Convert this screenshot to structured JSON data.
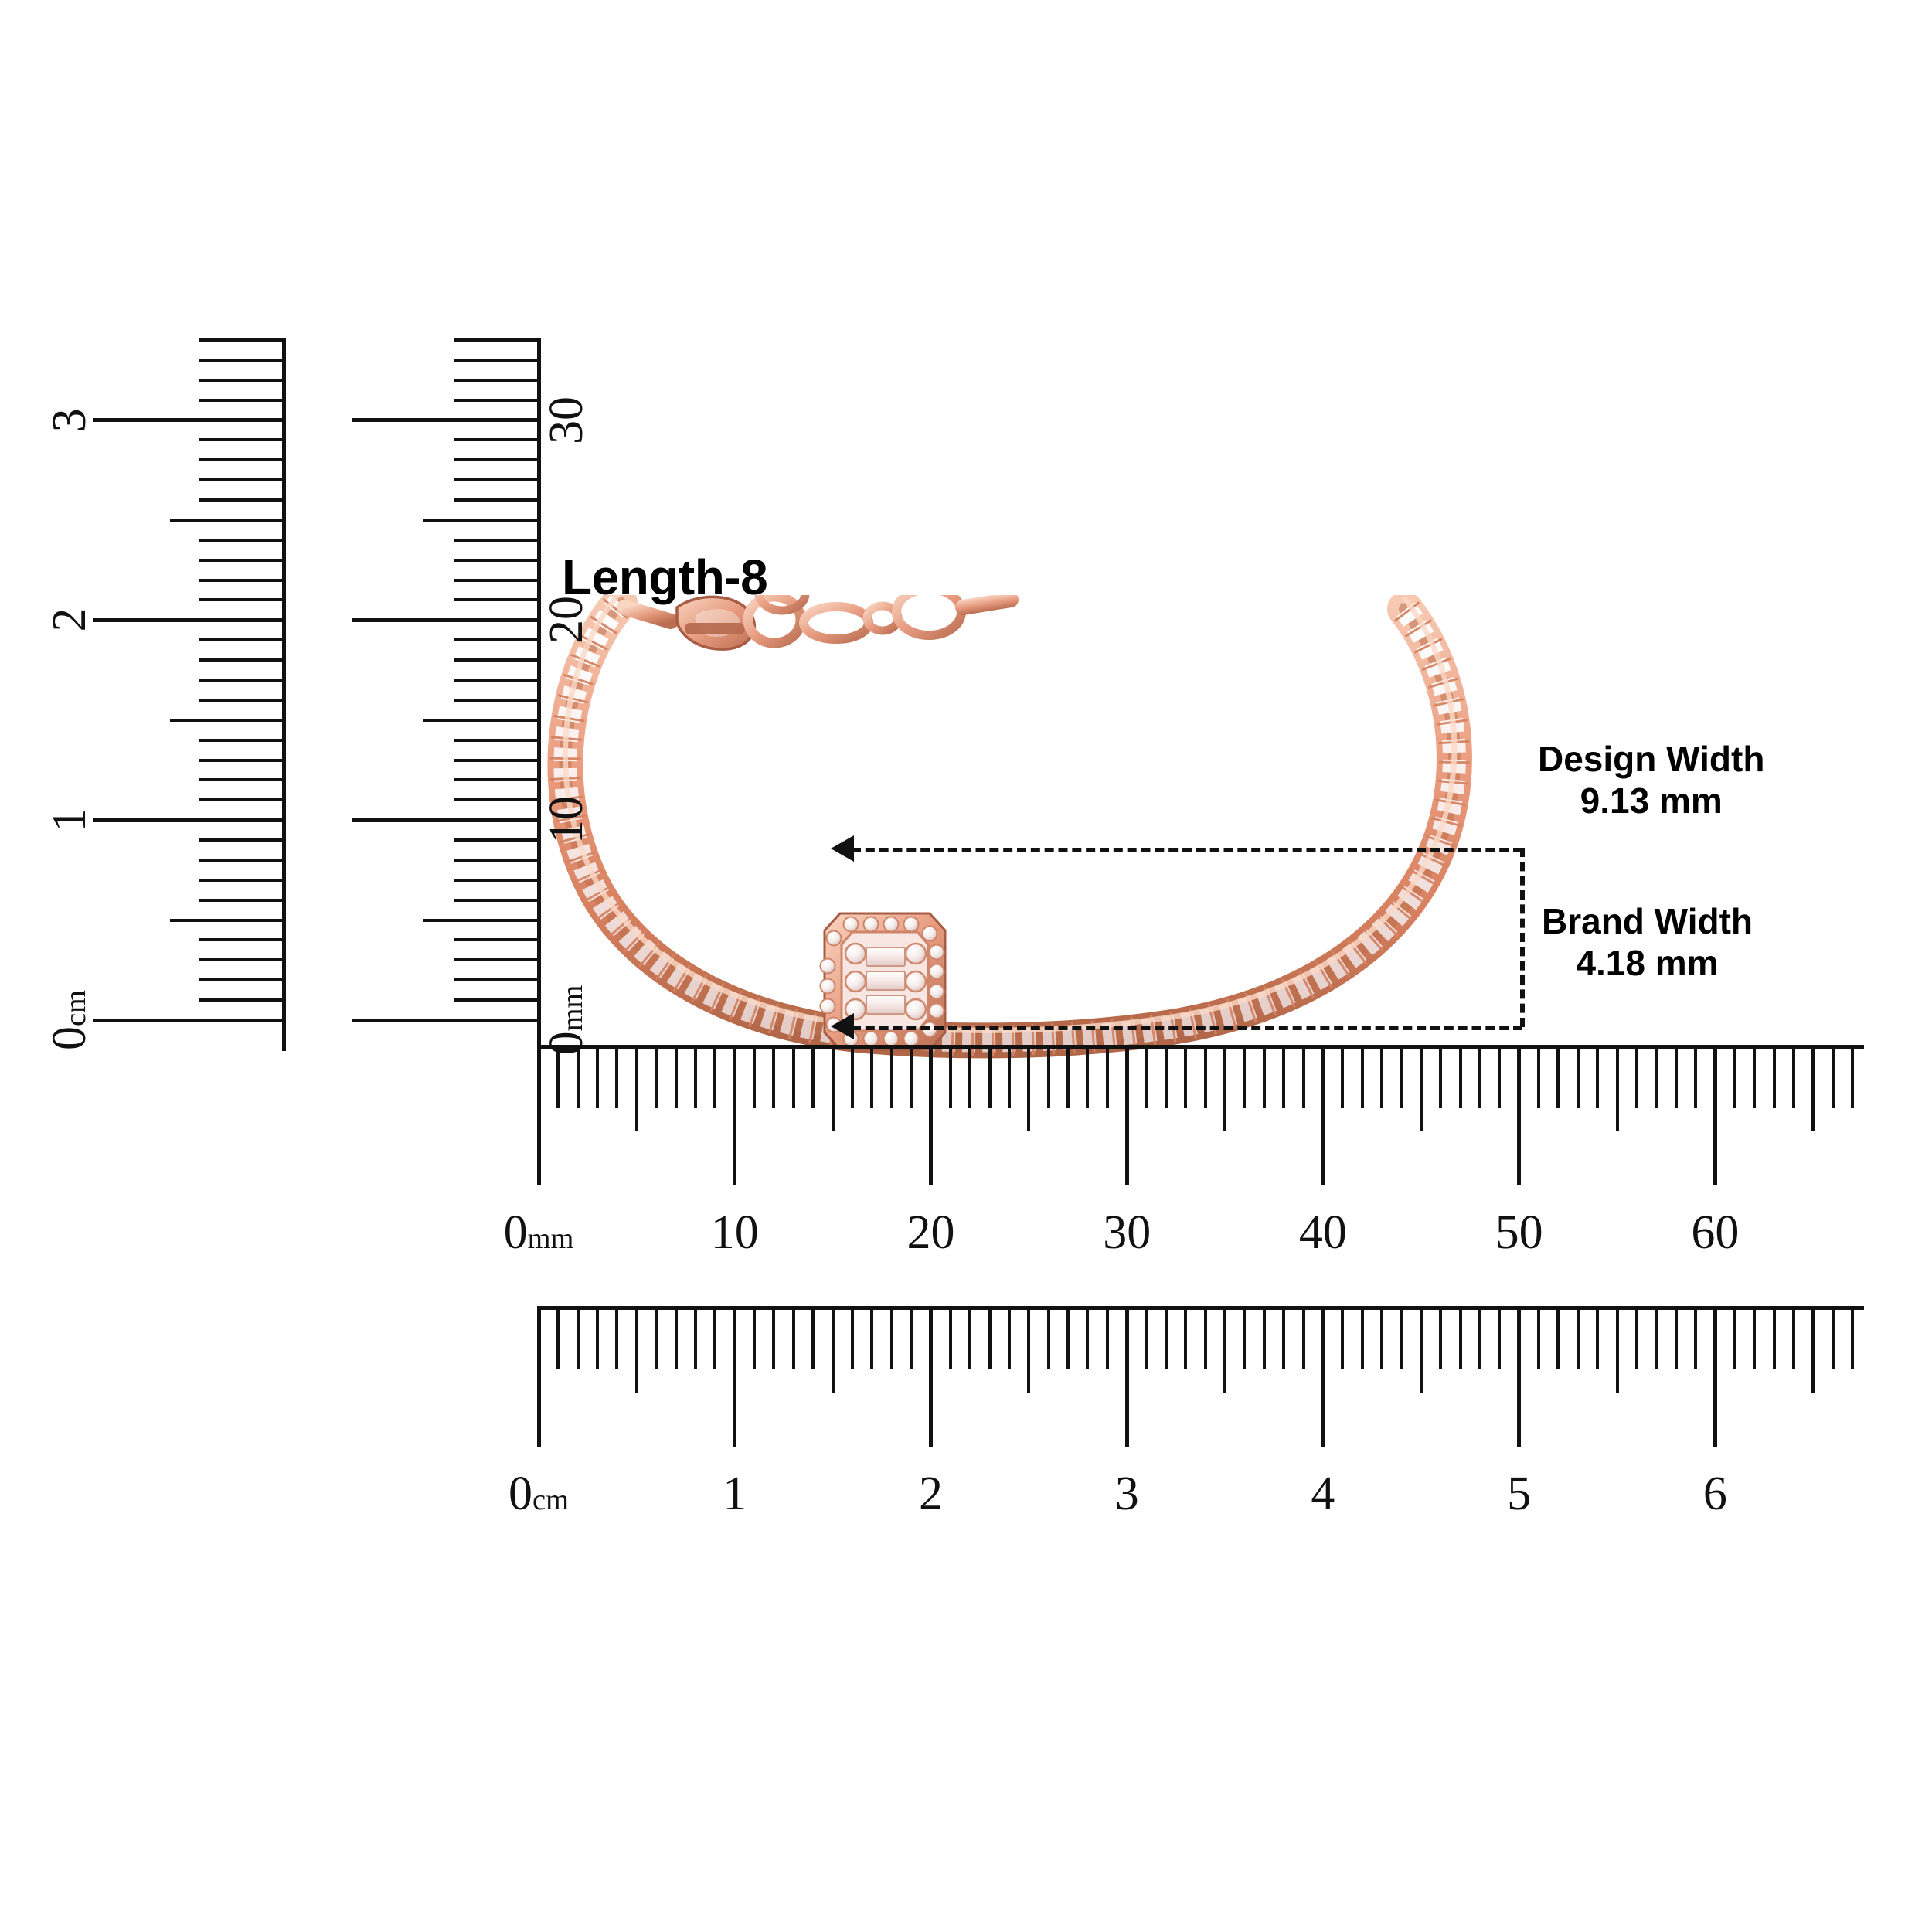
{
  "product": {
    "type": "bracelet",
    "metal": "rose-gold",
    "stone": "baguette-cut clear cubic zirconia",
    "center_piece": "emerald-cut halo station",
    "clasp": "lobster claw with extension chain",
    "length_label": "Length-8"
  },
  "annotations": {
    "length": {
      "text": "Length-8"
    },
    "design_width": {
      "label": "Design Width",
      "value": "9.13 mm"
    },
    "brand_width": {
      "label": "Brand Width",
      "value": "4.18 mm"
    }
  },
  "rulers": {
    "vertical_cm": {
      "unit": "cm",
      "orientation": "vertical",
      "major_labels": [
        "0",
        "1",
        "2",
        "3"
      ],
      "unit_suffix": "cm",
      "major_every": 1,
      "minor_per_major": 10,
      "range": [
        0,
        3.4
      ]
    },
    "vertical_mm": {
      "unit": "mm",
      "orientation": "vertical",
      "major_labels": [
        "0",
        "10",
        "20",
        "30"
      ],
      "unit_suffix": "mm",
      "major_every": 10,
      "minor_per_major": 1,
      "range": [
        0,
        34
      ]
    },
    "horizontal_mm": {
      "unit": "mm",
      "orientation": "horizontal",
      "major_labels": [
        "0",
        "10",
        "20",
        "30",
        "40",
        "50",
        "60"
      ],
      "unit_suffix": "mm",
      "major_every": 10,
      "minor_per_major": 1,
      "range": [
        0,
        67
      ]
    },
    "horizontal_cm": {
      "unit": "cm",
      "orientation": "horizontal",
      "major_labels": [
        "0",
        "1",
        "2",
        "3",
        "4",
        "5",
        "6"
      ],
      "unit_suffix": "cm",
      "major_every": 1,
      "minor_per_major": 10,
      "range": [
        0,
        6.7
      ]
    }
  },
  "colors": {
    "background": "#ffffff",
    "ink": "#111111",
    "rose_gold_light": "#f3b9a1",
    "rose_gold": "#e79c80",
    "rose_gold_dark": "#c9775c",
    "rose_gold_deep": "#a85c44",
    "stone_light": "#fdf3f1",
    "stone": "#f2dedb",
    "stone_shadow": "#dcc3c0"
  }
}
